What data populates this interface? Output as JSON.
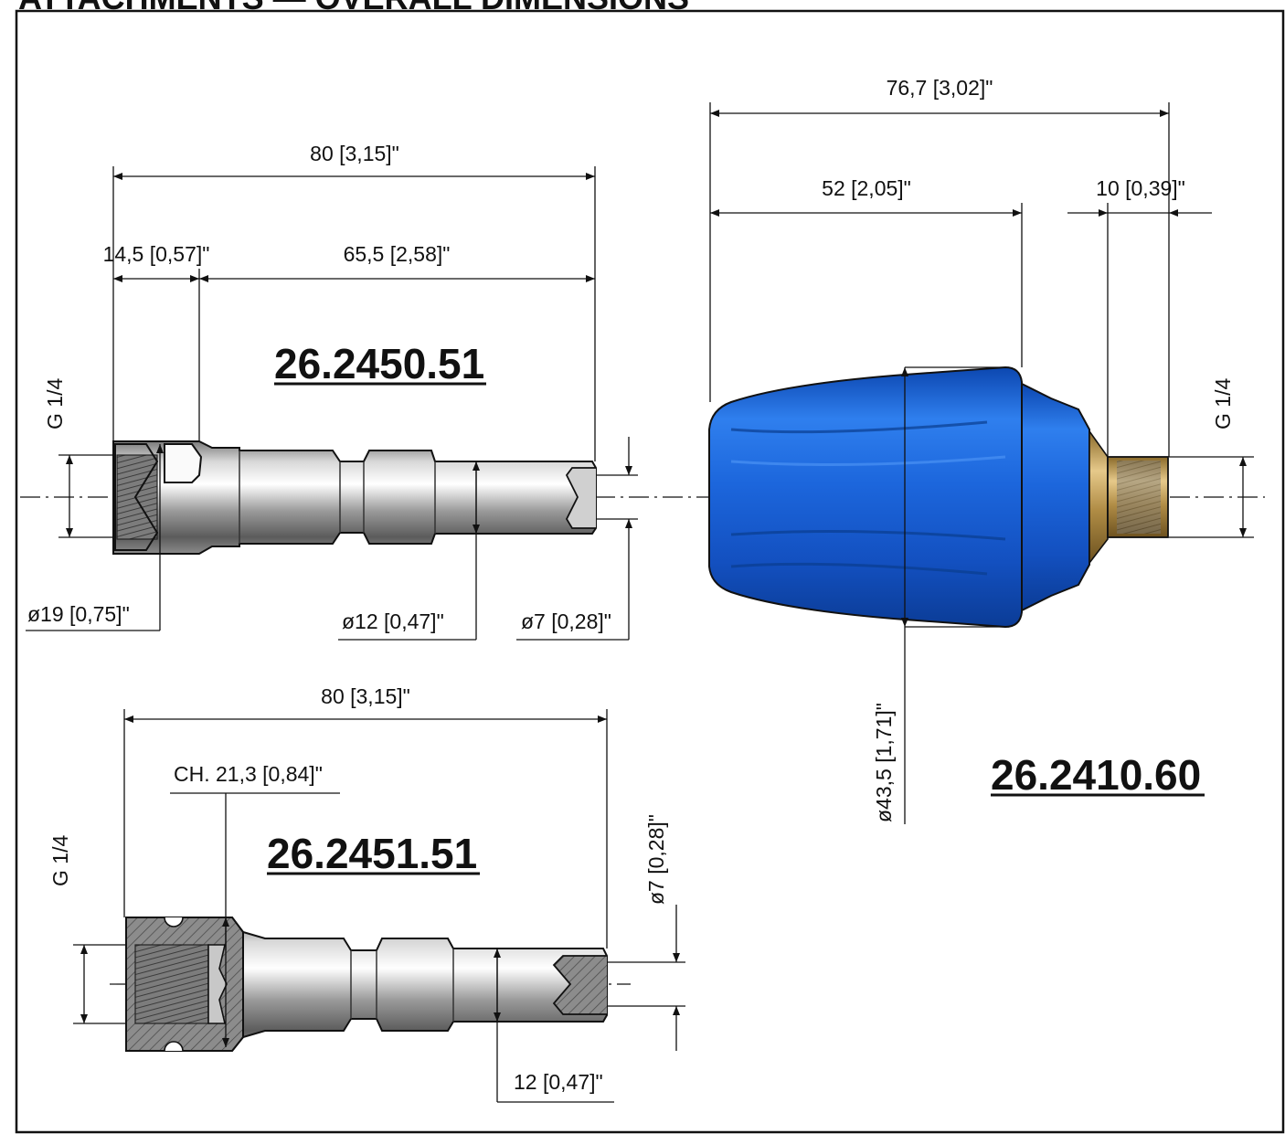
{
  "header": {
    "title": "ATTACHMENTS — OVERALL DIMENSIONS"
  },
  "parts": {
    "p1": "26.2450.51",
    "p2": "26.2451.51",
    "p3": "26.2410.60"
  },
  "dims": {
    "p1_overall": "80 [3,15]\"",
    "p1_head": "14,5 [0,57]\"",
    "p1_shaft": "65,5 [2,58]\"",
    "p1_thread": "G 1/4",
    "p1_d19": "ø19 [0,75]\"",
    "p1_d12": "ø12 [0,47]\"",
    "p1_d7": "ø7 [0,28]\"",
    "p2_overall": "80 [3,15]\"",
    "p2_hex": "CH. 21,3 [0,84]\"",
    "p2_thread": "G 1/4",
    "p2_d7": "ø7 [0,28]\"",
    "p2_d12": "12 [0,47]\"",
    "p3_overall": "76,7 [3,02]\"",
    "p3_body": "52 [2,05]\"",
    "p3_nipple": "10 [0,39]\"",
    "p3_thread": "G 1/4",
    "p3_d43": "ø43,5 [1,71]\""
  },
  "colors": {
    "line": "#111111",
    "steel_light": "#f2f2f2",
    "steel_dark": "#6e6e6e",
    "blue": "#1a64d8",
    "blue_dark": "#0b3f9c",
    "brass": "#c9a456"
  }
}
